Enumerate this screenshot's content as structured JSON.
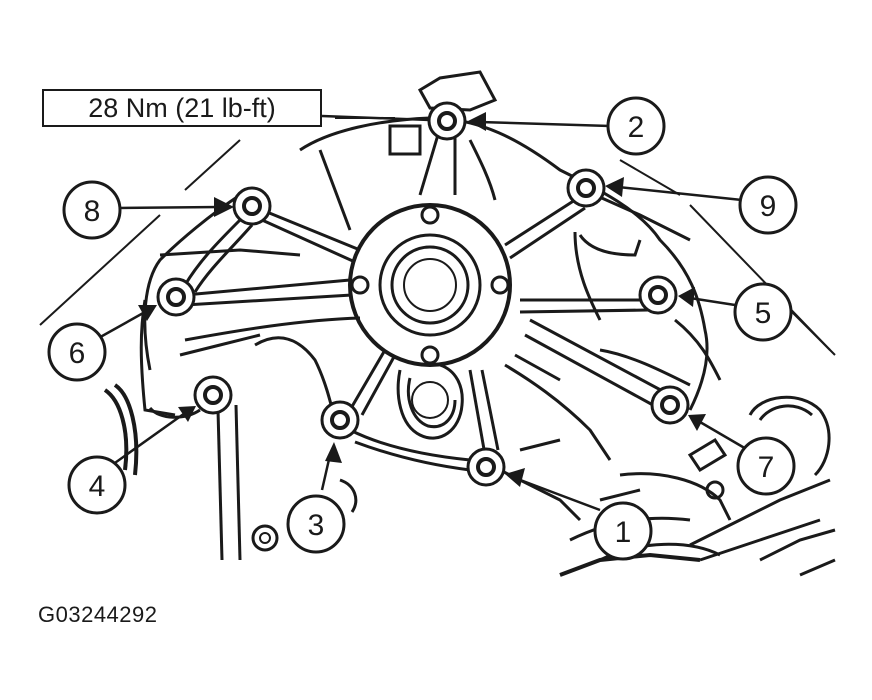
{
  "torque_spec": "28 Nm (21 lb-ft)",
  "figure_code": "G03244292",
  "callouts": [
    {
      "number": "1"
    },
    {
      "number": "2"
    },
    {
      "number": "3"
    },
    {
      "number": "4"
    },
    {
      "number": "5"
    },
    {
      "number": "6"
    },
    {
      "number": "7"
    },
    {
      "number": "8"
    },
    {
      "number": "9"
    }
  ],
  "colors": {
    "ink": "#1a1a1a",
    "background": "#ffffff"
  }
}
